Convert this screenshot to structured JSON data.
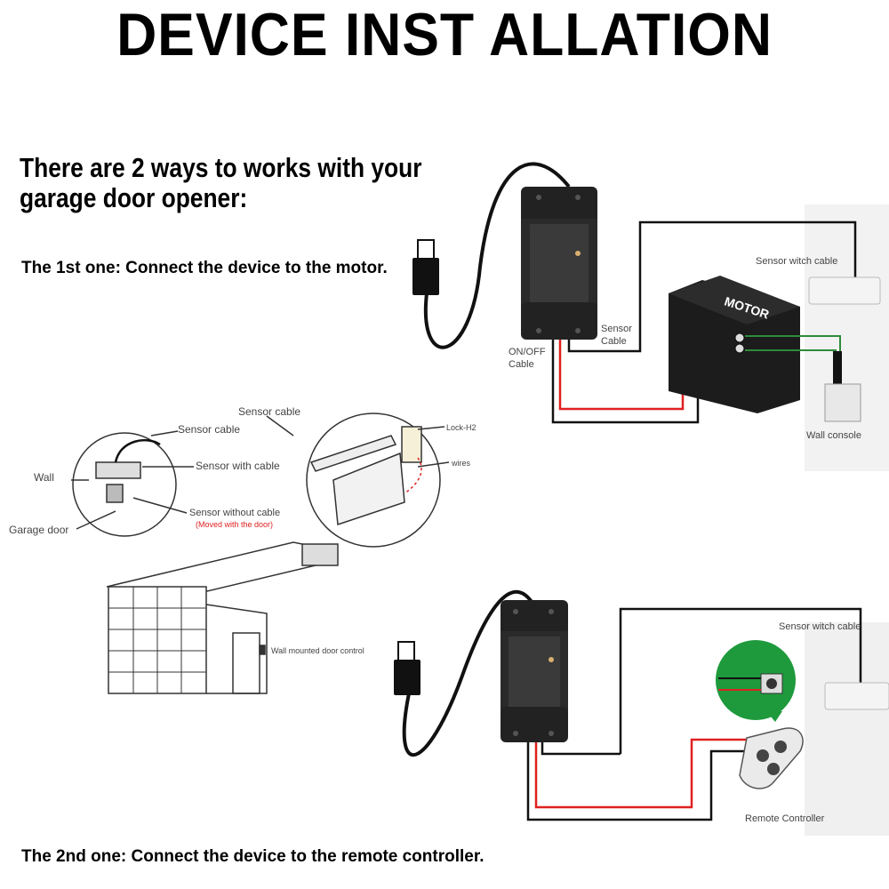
{
  "header": {
    "title": "DEVICE INST ALLATION"
  },
  "intro": {
    "heading_line1": "There are 2 ways to works with your",
    "heading_line2": "garage door opener:",
    "method1": "The 1st one: Connect the device to the motor.",
    "method2": "The 2nd one: Connect the device to the remote controller."
  },
  "diagram1": {
    "sensor_switch_cable": "Sensor witch cable",
    "motor": "MOTOR",
    "sensor_cable_line1": "Sensor",
    "sensor_cable_line2": "Cable",
    "onoff_line1": "ON/OFF",
    "onoff_line2": "Cable",
    "wall_console": "Wall console"
  },
  "garage": {
    "sensor_cable_top": "Sensor cable",
    "sensor_cable": "Sensor cable",
    "wall": "Wall",
    "sensor_with_cable": "Sensor with cable",
    "sensor_without_cable": "Sensor without cable",
    "moved_with_door": "(Moved with the door)",
    "garage_door": "Garage door",
    "lock": "Lock-H2",
    "wires": "wires",
    "wall_control": "Wall mounted door control"
  },
  "diagram2": {
    "sensor_switch_cable": "Sensor witch cable",
    "remote_controller": "Remote Controller"
  },
  "colors": {
    "wire_black": "#1a1a1a",
    "wire_red": "#e02020",
    "wire_green": "#2e8b3a",
    "bubble_green": "#1e9a3c"
  }
}
